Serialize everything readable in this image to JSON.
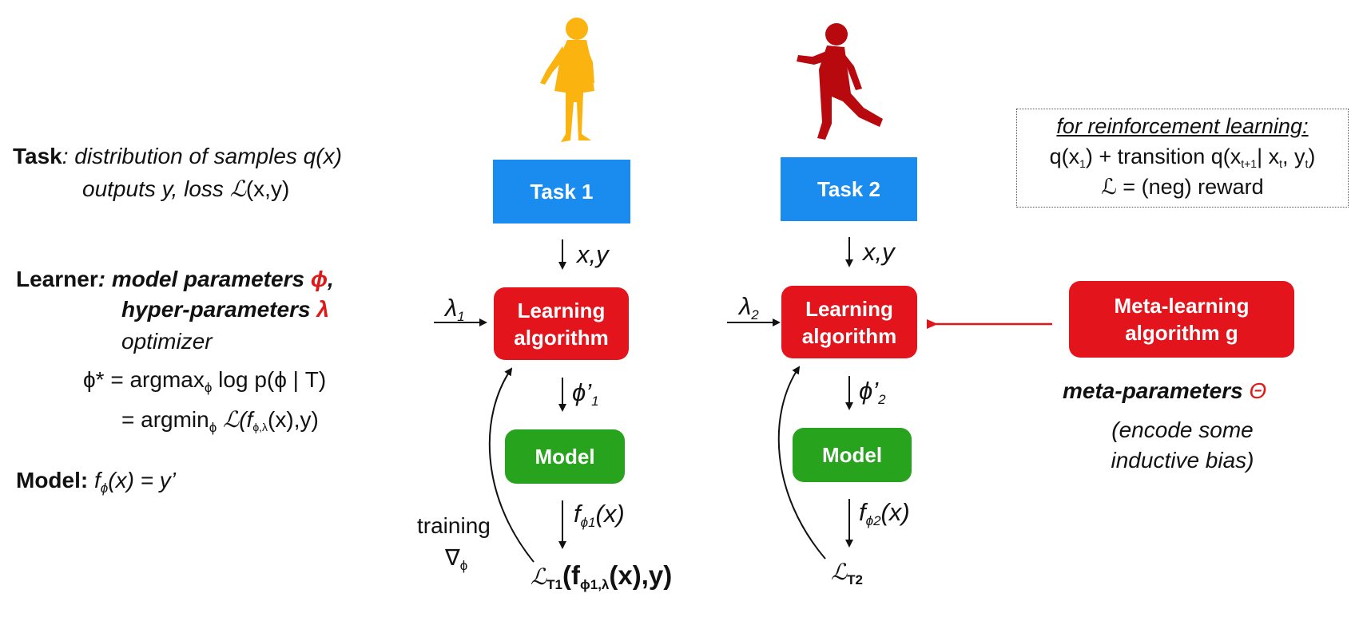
{
  "left_panel": {
    "task_label": "Task",
    "task_line1": ": distribution of samples q(x)",
    "task_line2_a": "outputs y, loss ",
    "task_line2_b": "ℒ",
    "task_line2_c": "(x,y)",
    "learner_label": "Learner",
    "learner_line1_a": ": model parameters ",
    "learner_line1_phi": "ϕ",
    "learner_line1_b": ",",
    "learner_line2_a": "hyper-parameters ",
    "learner_line2_lambda": "λ",
    "learner_line3": "optimizer",
    "phi_eq1_a": "ϕ* = argmax",
    "phi_eq1_sub": "ϕ",
    "phi_eq1_b": " log p(ϕ | T)",
    "phi_eq2_a": "= argmin",
    "phi_eq2_sub": "ϕ",
    "phi_eq2_b": " ℒ(f",
    "phi_eq2_sub2": "ϕ,λ",
    "phi_eq2_c": "(x),y)",
    "model_label": "Model:",
    "model_f": " f",
    "model_sub": "ϕ",
    "model_rest": "(x) = y’"
  },
  "column1": {
    "task_box": "Task 1",
    "xy_label": "x,y",
    "lambda_label": "λ",
    "lambda_sub": "1",
    "learning_box_l1": "Learning",
    "learning_box_l2": "algorithm",
    "phi_label": "ϕ’",
    "phi_sub": "1",
    "model_box": "Model",
    "f_label_a": "f",
    "f_label_sub": "ϕ1",
    "f_label_b": "(x)",
    "loss_a": "ℒ",
    "loss_sub": "T1",
    "loss_b": "(f",
    "loss_sub2": "ϕ1,λ",
    "loss_c": "(x),y)",
    "training_label": "training",
    "nabla_label": "∇",
    "nabla_sub": "ϕ",
    "figure_color": "#fbb40f"
  },
  "column2": {
    "task_box": "Task 2",
    "xy_label": "x,y",
    "lambda_label": "λ",
    "lambda_sub": "2",
    "learning_box_l1": "Learning",
    "learning_box_l2": "algorithm",
    "phi_label": "ϕ’",
    "phi_sub": "2",
    "model_box": "Model",
    "f_label_a": "f",
    "f_label_sub": "ϕ2",
    "f_label_b": "(x)",
    "loss_a": "ℒ",
    "loss_sub": "T2",
    "figure_color": "#b8090f"
  },
  "meta": {
    "box_l1": "Meta-learning",
    "box_l2": "algorithm g",
    "params_a": "meta-parameters ",
    "params_theta": "Θ",
    "bias_l1": "(encode some",
    "bias_l2": "inductive bias)"
  },
  "rl_box": {
    "title": "for reinforcement learning:",
    "line2_a": "q(x",
    "line2_s1": "1",
    "line2_b": ") + transition q(x",
    "line2_s2": "t+1",
    "line2_c": "| x",
    "line2_s3": "t",
    "line2_d": ", y",
    "line2_s4": "t",
    "line2_e": ")",
    "line3": "ℒ = (neg) reward"
  },
  "colors": {
    "task_blue": "#1a8cf0",
    "learn_red": "#e3141b",
    "model_green": "#27a31e",
    "meta_arrow_red": "#e3141b"
  }
}
